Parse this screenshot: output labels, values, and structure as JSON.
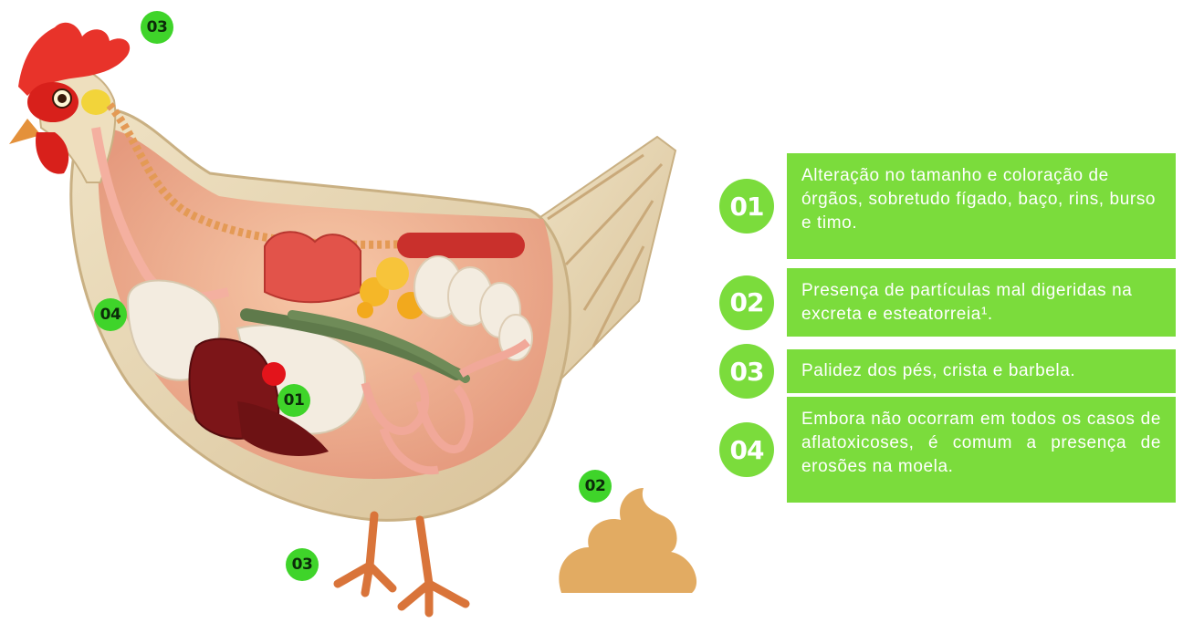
{
  "markers": {
    "comb": "03",
    "neck": "04",
    "organs": "01",
    "feet": "03",
    "feces": "02"
  },
  "legend": [
    {
      "number": "01",
      "text": "Alteração no tamanho e coloração de órgãos, sobretudo fígado, baço, rins, burso e timo."
    },
    {
      "number": "02",
      "text": "Presença de partículas mal digeridas na excreta e esteatorreia¹."
    },
    {
      "number": "03",
      "text": "Palidez dos pés, crista e barbela."
    },
    {
      "number": "04",
      "text": "Embora não ocorram em todos os casos de aflatoxicoses, é comum a presença de erosões na moela."
    }
  ],
  "colors": {
    "marker_green": "#3fd42a",
    "legend_green": "#7bdc3c",
    "feces": "#e2ab62",
    "feathers": "#e8d7b4",
    "comb_red": "#e8332a"
  },
  "icons": [
    "hen-anatomy-illustration",
    "feces-icon"
  ]
}
